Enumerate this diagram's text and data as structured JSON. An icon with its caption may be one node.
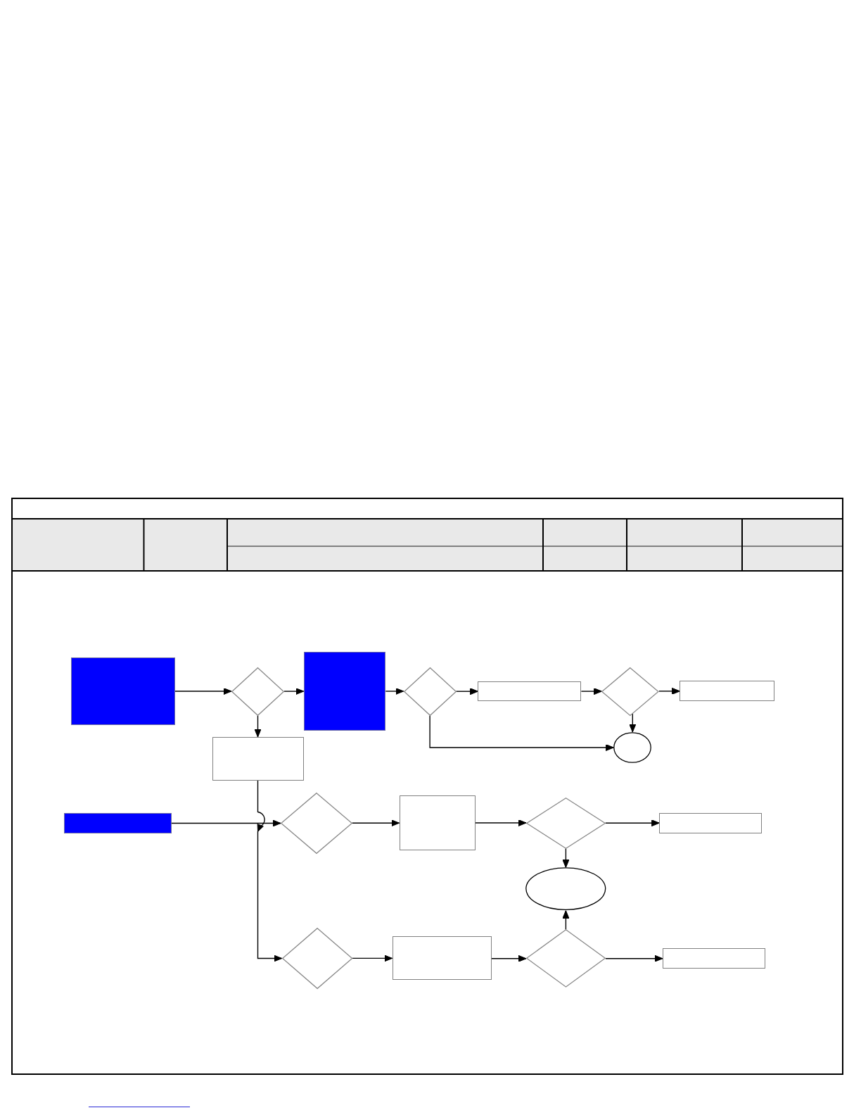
{
  "diagram": {
    "nodes": [
      {
        "text": [],
        "shape": "box"
      },
      {
        "text": [],
        "shape": "diamond"
      },
      {
        "text": [],
        "shape": "box"
      },
      {
        "text": [],
        "shape": "diamond"
      },
      {
        "text": [],
        "shape": "box"
      },
      {
        "text": [],
        "shape": "diamond"
      },
      {
        "text": [],
        "shape": "box"
      },
      {
        "text": [],
        "shape": "box"
      },
      {
        "text": [],
        "shape": "ellipse"
      },
      {
        "text": [],
        "shape": "box"
      },
      {
        "text": [],
        "shape": "diamond"
      },
      {
        "text": [],
        "shape": "box"
      },
      {
        "text": [],
        "shape": "diamond"
      },
      {
        "text": [],
        "shape": "box"
      },
      {
        "text": [],
        "shape": "ellipse"
      },
      {
        "text": [],
        "shape": "diamond"
      },
      {
        "text": [],
        "shape": "box"
      },
      {
        "text": [],
        "shape": "diamond"
      },
      {
        "text": [],
        "shape": "box"
      }
    ],
    "edges": [
      {
        "from": 0,
        "to": 1,
        "arrow": "to"
      },
      {
        "from": 1,
        "to": 2,
        "arrow": "to"
      },
      {
        "from": 1,
        "to": 7,
        "arrow": "to"
      },
      {
        "from": 2,
        "to": 3,
        "arrow": "to"
      },
      {
        "from": 3,
        "to": 4,
        "arrow": "to"
      },
      {
        "from": 3,
        "to": 8,
        "arrow": "to"
      },
      {
        "from": 4,
        "to": 5,
        "arrow": "to"
      },
      {
        "from": 5,
        "to": 6,
        "arrow": "to"
      },
      {
        "from": 5,
        "to": 8,
        "arrow": "to"
      },
      {
        "from": 7,
        "to": 15,
        "arrow": "to"
      },
      {
        "from": 9,
        "to": 10,
        "arrow": "to"
      },
      {
        "from": 10,
        "to": 11,
        "arrow": "to"
      },
      {
        "from": 11,
        "to": 12,
        "arrow": "to"
      },
      {
        "from": 12,
        "to": 13,
        "arrow": "to"
      },
      {
        "from": 12,
        "to": 14,
        "arrow": "to"
      },
      {
        "from": 15,
        "to": 16,
        "arrow": "to"
      },
      {
        "from": 16,
        "to": 17,
        "arrow": "to"
      },
      {
        "from": 17,
        "to": 18,
        "arrow": "to"
      },
      {
        "from": 17,
        "to": 14,
        "arrow": "to"
      }
    ]
  }
}
